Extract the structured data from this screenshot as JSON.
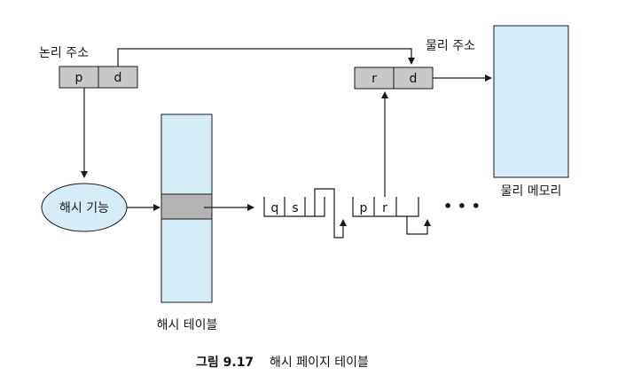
{
  "logical_address": {
    "label": "논리 주소",
    "p": "p",
    "d": "d"
  },
  "physical_address": {
    "label": "물리 주소",
    "r": "r",
    "d": "d"
  },
  "hash_function": {
    "label": "해시 기능"
  },
  "hash_table": {
    "label": "해시 테이블"
  },
  "physical_memory": {
    "label": "물리 메모리"
  },
  "chain": {
    "node1": {
      "q": "q",
      "s": "s"
    },
    "node2": {
      "p": "p",
      "r": "r"
    },
    "ellipsis": "• • •"
  },
  "caption": {
    "number": "그림 9.17",
    "title": "해시 페이지 테이블"
  },
  "colors": {
    "address_box": "#c8c8c8",
    "table_fill": "#d6ecf6",
    "table_highlight": "#b4b4b4",
    "memory_fill": "#d6ecf6",
    "ellipse_fill": "#d6ecf6",
    "stroke": "#1a1a1a"
  }
}
